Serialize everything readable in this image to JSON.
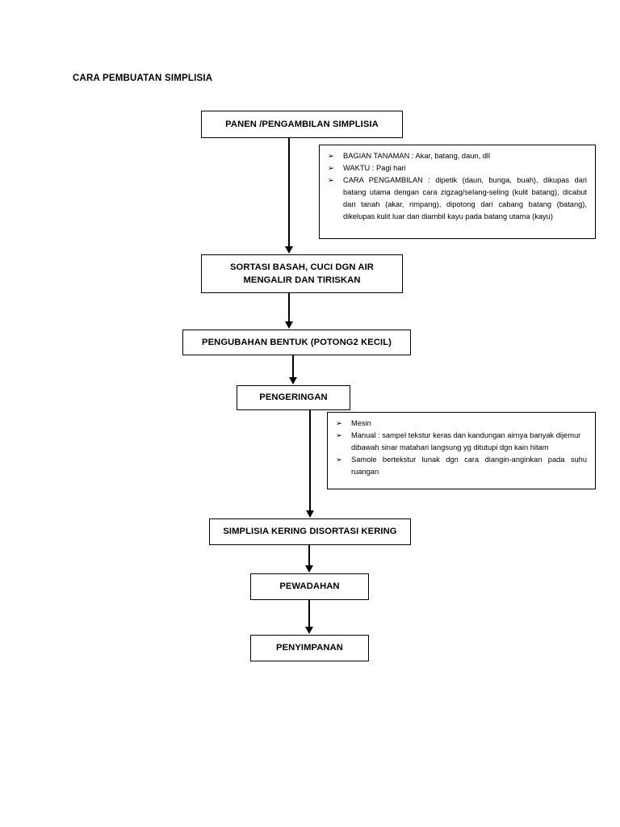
{
  "document": {
    "title": "CARA PEMBUATAN SIMPLISIA"
  },
  "flow": {
    "steps": [
      {
        "id": "panen",
        "label": "PANEN /PENGAMBILAN SIMPLISIA"
      },
      {
        "id": "sortasi",
        "line1": "SORTASI BASAH, CUCI DGN AIR",
        "line2": "MENGALIR DAN TIRISKAN"
      },
      {
        "id": "pengubahan",
        "label": "PENGUBAHAN BENTUK (POTONG2 KECIL)"
      },
      {
        "id": "pengeringan",
        "label": "PENGERINGAN"
      },
      {
        "id": "simplisia",
        "label": "SIMPLISIA KERING DISORTASI KERING"
      },
      {
        "id": "pewadahan",
        "label": "PEWADAHAN"
      },
      {
        "id": "penyimpanan",
        "label": "PENYIMPANAN"
      }
    ]
  },
  "notes": {
    "panen": {
      "bullet_glyph": "➢",
      "items": [
        "BAGIAN TANAMAN : Akar, batang, daun, dll",
        "WAKTU : Pagi hari",
        "CARA PENGAMBILAN  : dipetik (daun, bunga, buah), dikupas dari batang utama dengan cara zigzag/selang-seling (kulit batang), dicabut dari tanah (akar, rimpang), dipotong dari cabang batang (batang), dikelupas kulit luar dan diambil kayu pada batang utama (kayu)"
      ]
    },
    "pengeringan": {
      "bullet_glyph": "➢",
      "items": [
        "Mesin",
        "Manual : sampel tekstur keras dan kandungan airnya banyak dijemur dibawah sinar matahari langsung yg ditutupi dgn kain hitam",
        "Samole bertekstur lunak dgn cara diangin-anginkan pada suhu ruangan"
      ]
    }
  },
  "style": {
    "ink": "#000000",
    "paper": "#ffffff"
  }
}
